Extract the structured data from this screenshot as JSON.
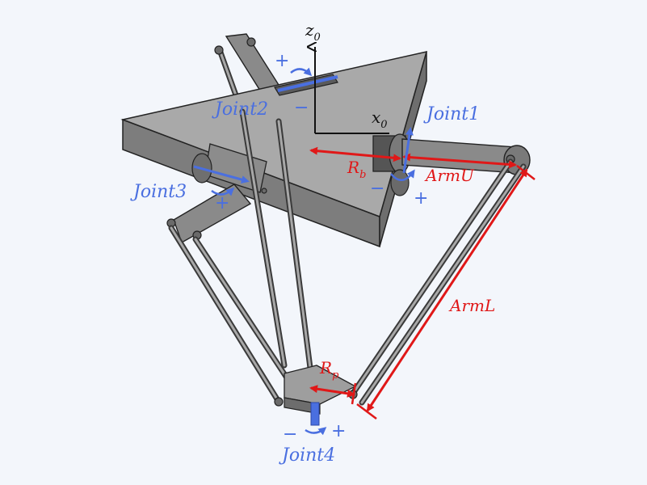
{
  "labels": {
    "z0": {
      "base": "z",
      "sub": "0"
    },
    "x0": {
      "base": "x",
      "sub": "0"
    },
    "joint1": "Joint1",
    "joint2": "Joint2",
    "joint3": "Joint3",
    "joint4": "Joint4",
    "rb": {
      "base": "R",
      "sub": "b"
    },
    "rp": {
      "base": "R",
      "sub": "p"
    },
    "armU": "ArmU",
    "armL": "ArmL"
  },
  "signs": {
    "plus": "+",
    "minus": "−"
  },
  "colors": {
    "background": "#f3f6fb",
    "joint_annotation": "#4a6fe0",
    "dimension_annotation": "#e01818",
    "base_plate_top": "#a9a9a9",
    "base_plate_side": "#7d7d7d",
    "axis": "#111111"
  }
}
